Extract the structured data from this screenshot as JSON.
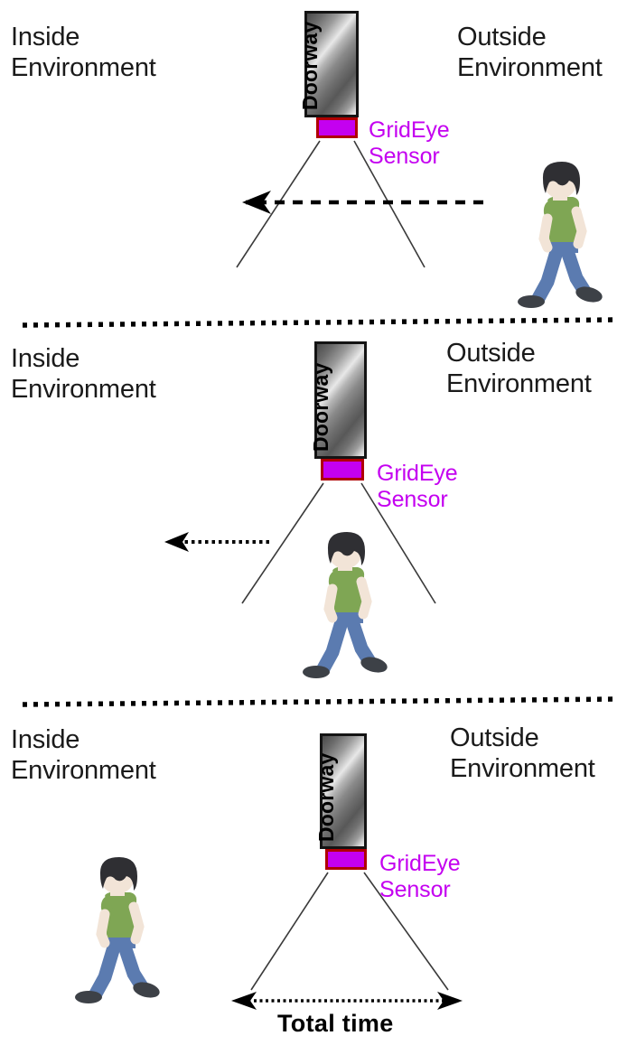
{
  "diagram": {
    "title": "GridEye sensor doorway crossing sequence",
    "colors": {
      "sensor_fill": "#c400f0",
      "sensor_border": "#b00000",
      "sensor_label": "#c400f0",
      "text": "#1a1a1a",
      "fov_line": "#3a3a3a",
      "separator": "#000000",
      "shirt": "#7fa654",
      "pants": "#5b7bb0",
      "skin": "#f2e4d7",
      "hair": "#2f2f33",
      "shoe": "#3d4147"
    }
  },
  "panels": [
    {
      "id": "panel-approaching",
      "inside_label": "Inside\nEnvironment",
      "outside_label": "Outside\nEnvironment",
      "doorway_label": "Doorway",
      "sensor_label": "GridEye\nSensor",
      "person_position": "outside",
      "arrow_direction": "left",
      "arrow_style": "dashed"
    },
    {
      "id": "panel-crossing",
      "inside_label": "Inside\nEnvironment",
      "outside_label": "Outside\nEnvironment",
      "doorway_label": "Doorway",
      "sensor_label": "GridEye\nSensor",
      "person_position": "under-sensor",
      "arrow_direction": "left",
      "arrow_style": "dotted"
    },
    {
      "id": "panel-inside",
      "inside_label": "Inside\nEnvironment",
      "outside_label": "Outside\nEnvironment",
      "doorway_label": "Doorway",
      "sensor_label": "GridEye\nSensor",
      "person_position": "inside",
      "measure_label": "Total time"
    }
  ]
}
